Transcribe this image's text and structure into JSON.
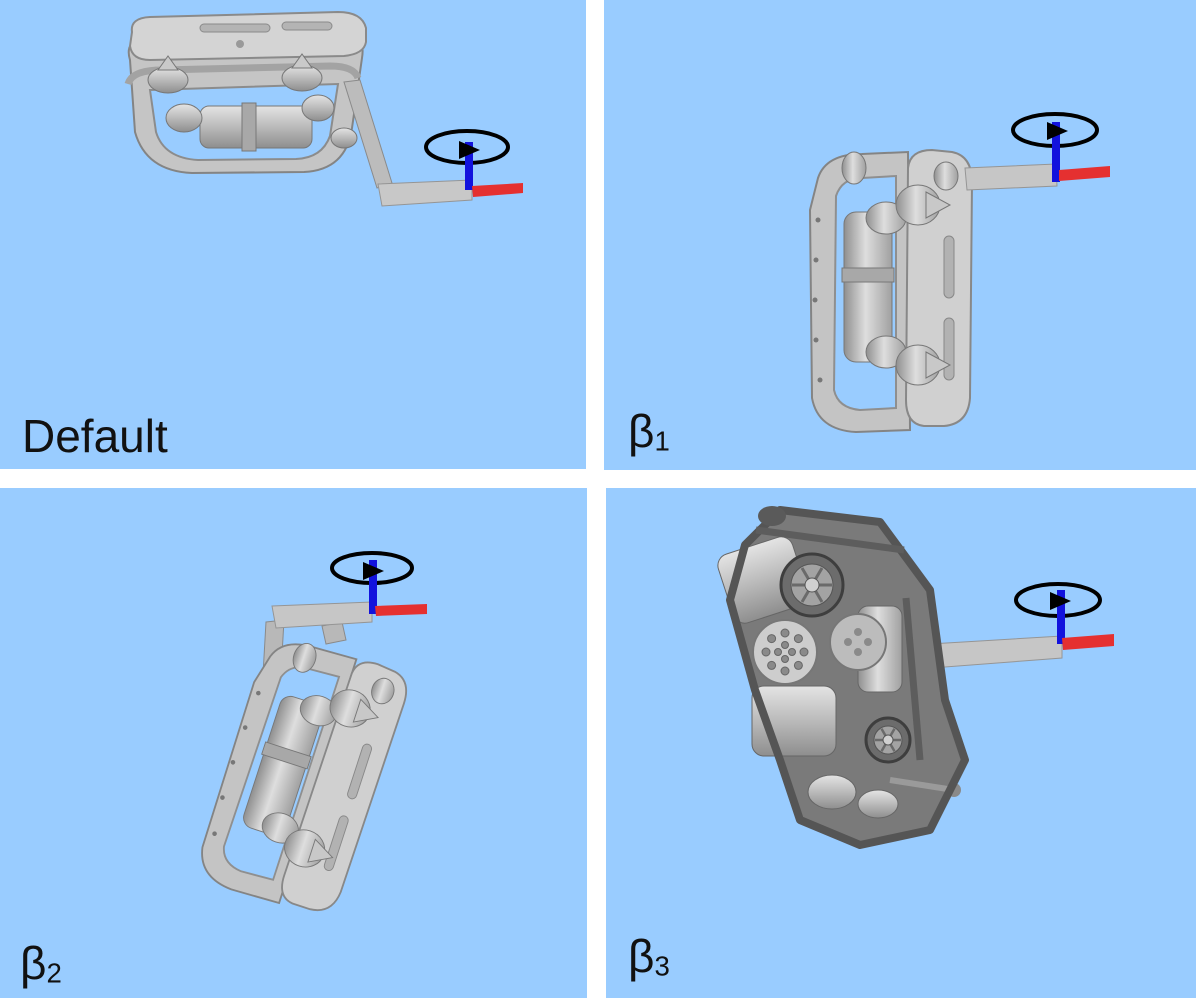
{
  "colors": {
    "panel_background": "#99ccff",
    "axis_x": "#e53030",
    "axis_z": "#1212dd",
    "rotation_marker": "#000000"
  },
  "panels": [
    {
      "label": "Default"
    },
    {
      "label": "β",
      "label_sub": "1"
    },
    {
      "label": "β",
      "label_sub": "2"
    },
    {
      "label": "β",
      "label_sub": "3"
    }
  ]
}
